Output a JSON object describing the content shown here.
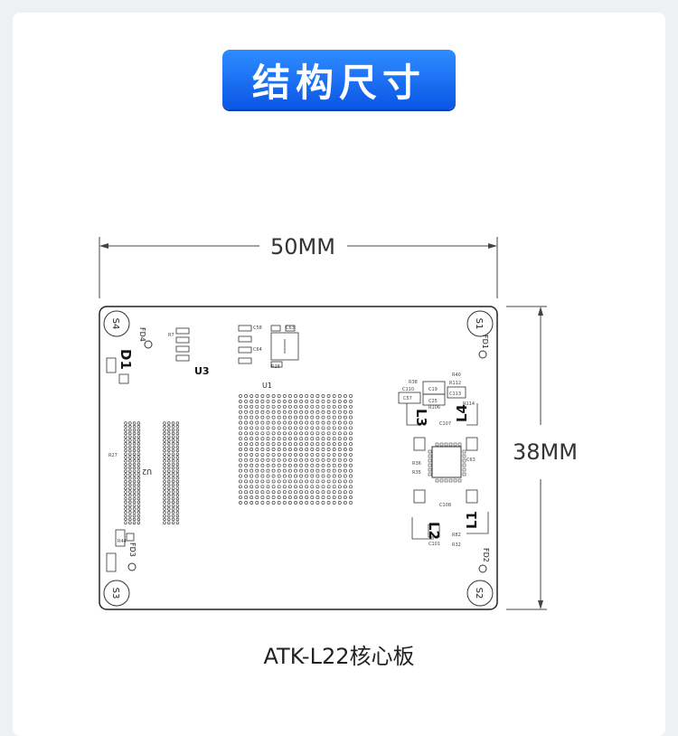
{
  "header": {
    "title": "结构尺寸"
  },
  "dimensions": {
    "width_label": "50MM",
    "height_label": "38MM"
  },
  "board": {
    "caption": "ATK-L22核心板",
    "mounting_holes": [
      "S4",
      "S1",
      "S3",
      "S2"
    ],
    "fiducials": [
      "FD4",
      "FD1",
      "FD3",
      "FD2"
    ],
    "ic_labels": [
      "U3",
      "U1",
      "U2"
    ],
    "inductors": [
      "L3",
      "L4",
      "L2",
      "L1"
    ],
    "led": "D1",
    "component_labels": [
      "R38",
      "R40",
      "C19",
      "C25",
      "R112",
      "C110",
      "C57",
      "C113",
      "R114",
      "R106",
      "R28",
      "C63",
      "C64",
      "C58",
      "R32",
      "R82",
      "C101",
      "C63",
      "R36",
      "R35",
      "C107",
      "C108",
      "R7",
      "R27",
      "R44"
    ]
  },
  "colors": {
    "badge_top": "#2f8dff",
    "badge_bottom": "#0a55e6",
    "outline": "#222222"
  }
}
